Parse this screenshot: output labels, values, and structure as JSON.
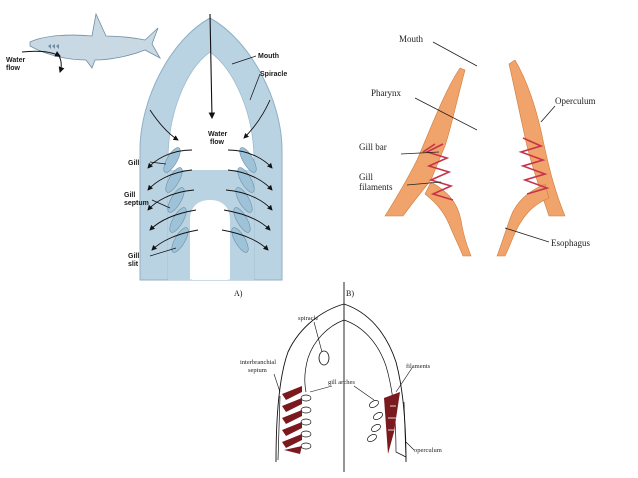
{
  "shark_panel": {
    "labels": {
      "water_flow_top": "Water\nflow",
      "mouth": "Mouth",
      "spiracle": "Spiracle",
      "water_flow_center": "Water\nflow",
      "gill": "Gill",
      "gill_septum": "Gill\nseptum",
      "gill_slit": "Gill\nslit"
    }
  },
  "bony_fish_panel": {
    "labels": {
      "mouth": "Mouth",
      "pharynx": "Pharynx",
      "operculum": "Operculum",
      "gill_bar": "Gill bar",
      "gill_filaments": "Gill\nfilaments",
      "esophagus": "Esophagus"
    }
  },
  "ab_panel": {
    "panel_a": "A)",
    "panel_b": "B)",
    "labels": {
      "spiracle": "spiracle",
      "interbranchial_septum": "interbranchial\nseptum",
      "gill_arches": "gill arches",
      "filaments": "filaments",
      "operculum": "operculum"
    }
  },
  "colors": {
    "shark_body": "#b9d3e2",
    "gill_blue": "#9ec3d9",
    "bony_orange": "#f0a36a",
    "gill_red": "#c8334a",
    "dark_red": "#7a1a1e"
  }
}
